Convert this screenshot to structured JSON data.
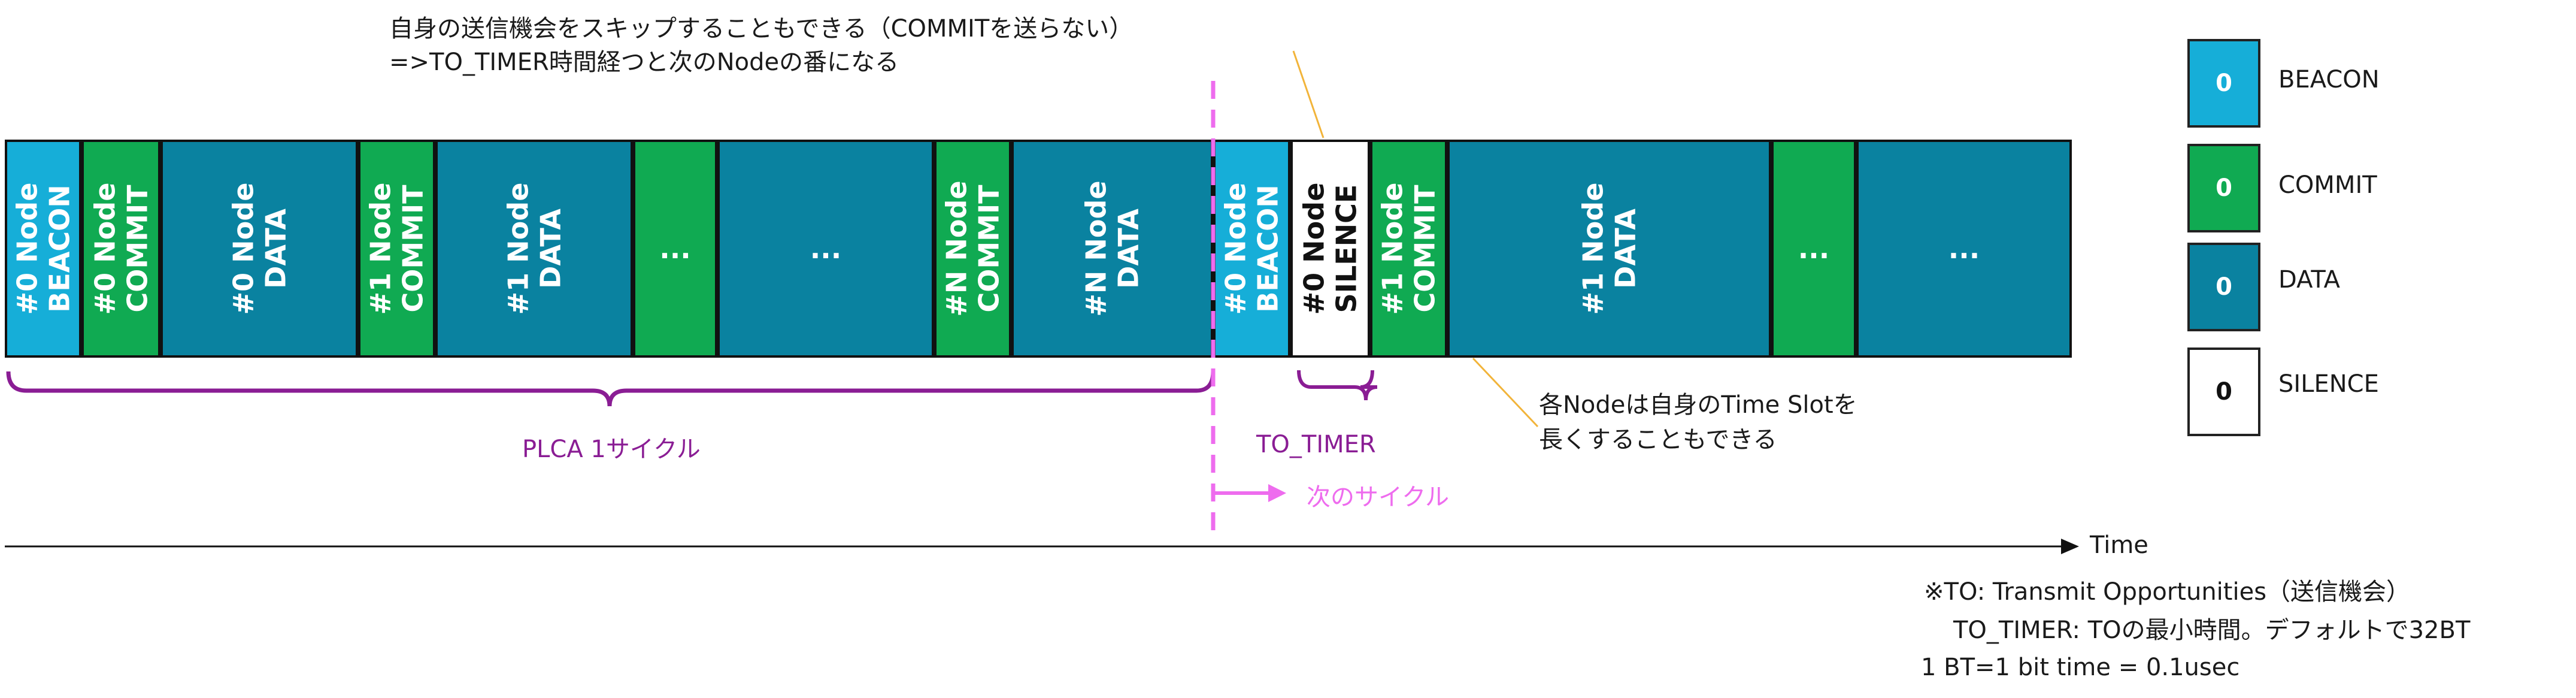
{
  "colors": {
    "beacon": "#16aed8",
    "commit": "#10aa52",
    "data": "#0a82a0",
    "silence": "#ffffff",
    "bracket": "#8a1d94",
    "next_cycle": "#ee6cee",
    "callout_line": "#f2b43a"
  },
  "slots": [
    {
      "type": "beacon",
      "label": "#0 Node\nBEACON"
    },
    {
      "type": "commit",
      "label": "#0 Node\nCOMMIT"
    },
    {
      "type": "data",
      "label": "#0 Node\nDATA"
    },
    {
      "type": "commit",
      "label": "#1 Node\nCOMMIT"
    },
    {
      "type": "data",
      "label": "#1 Node\nDATA"
    },
    {
      "type": "commit",
      "label": "..."
    },
    {
      "type": "data",
      "label": "..."
    },
    {
      "type": "commit",
      "label": "#N Node\nCOMMIT"
    },
    {
      "type": "data",
      "label": "#N Node\nDATA"
    },
    {
      "type": "beacon",
      "label": "#0 Node\nBEACON"
    },
    {
      "type": "silence",
      "label": "#0 Node\nSILENCE"
    },
    {
      "type": "commit",
      "label": "#1 Node\nCOMMIT"
    },
    {
      "type": "data",
      "label": "#1 Node\nDATA"
    },
    {
      "type": "commit",
      "label": "..."
    },
    {
      "type": "data",
      "label": "..."
    }
  ],
  "notes": {
    "top_line1": "自身の送信機会をスキップすることもできる（COMMITを送らない）",
    "top_line2": "=>TO_TIMER時間経つと次のNodeの番になる",
    "right_line1": "各Nodeは自身のTime Slotを",
    "right_line2": "長くすることもできる",
    "plca_cycle": "PLCA 1サイクル",
    "to_timer": "TO_TIMER",
    "next_cycle": "次のサイクル",
    "time": "Time",
    "foot_line1": "※TO: Transmit Opportunities（送信機会）",
    "foot_line2": "TO_TIMER: TOの最小時間。デフォルトで32BT",
    "foot_line3": "1 BT=1 bit time = 0.1usec"
  },
  "legend": [
    {
      "type": "beacon",
      "value": "0",
      "label": "BEACON"
    },
    {
      "type": "commit",
      "value": "0",
      "label": "COMMIT"
    },
    {
      "type": "data",
      "value": "0",
      "label": "DATA"
    },
    {
      "type": "silence",
      "value": "0",
      "label": "SILENCE"
    }
  ]
}
